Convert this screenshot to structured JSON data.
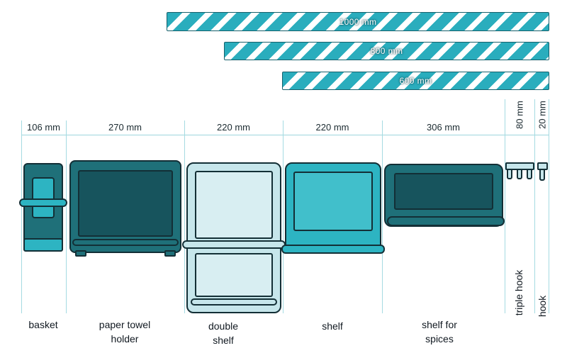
{
  "rails": [
    {
      "label": "1000 mm"
    },
    {
      "label": "800 mm"
    },
    {
      "label": "600 mm"
    }
  ],
  "dimensions": {
    "basket": "106 mm",
    "paper_towel_holder": "270 mm",
    "double_shelf": "220 mm",
    "shelf": "220 mm",
    "shelf_for_spices": "306 mm",
    "triple_hook": "80 mm",
    "hook": "20 mm"
  },
  "products": {
    "basket": "basket",
    "paper_towel_holder": "paper towel holder",
    "double_shelf": "double shelf",
    "shelf": "shelf",
    "shelf_for_spices": "shelf for spices",
    "triple_hook": "triple hook",
    "hook": "hook"
  },
  "colors": {
    "stripe_teal": "#2aadbd",
    "dark_teal": "#1f7079",
    "darker_teal": "#17545d",
    "medium_teal": "#2db4c2",
    "pale_teal": "#c6e6eb",
    "pale_teal_light": "#d8eef2",
    "outline": "#132f36",
    "guide_line": "#a5dbe2",
    "text": "#1b2a30"
  }
}
